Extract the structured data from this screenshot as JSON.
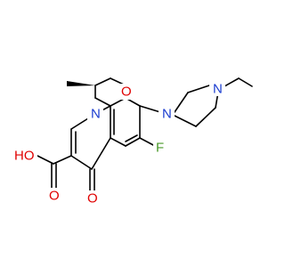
{
  "structure": {
    "atoms": [
      {
        "id": "O_ring",
        "label": "O",
        "color": "#e00000"
      },
      {
        "id": "N_ring",
        "label": "N",
        "color": "#1a3cd0"
      },
      {
        "id": "N_pip1",
        "label": "N",
        "color": "#1a3cd0"
      },
      {
        "id": "N_pip2",
        "label": "N",
        "color": "#1a3cd0"
      },
      {
        "id": "F",
        "label": "F",
        "color": "#4a9a2a"
      },
      {
        "id": "HO",
        "label": "HO",
        "color": "#e00000"
      },
      {
        "id": "O_acid",
        "label": "O",
        "color": "#e00000"
      },
      {
        "id": "O_keto",
        "label": "O",
        "color": "#e00000"
      }
    ]
  }
}
